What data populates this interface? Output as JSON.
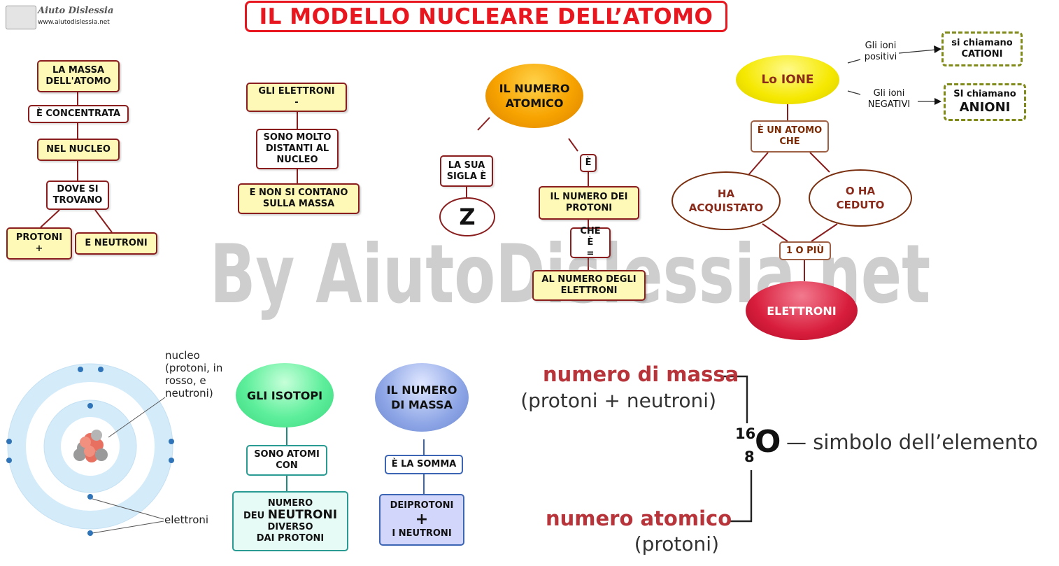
{
  "logo": {
    "name": "Aiuto Dislessia",
    "url": "www.aiutodislessia.net"
  },
  "title": "IL MODELLO NUCLEARE DELL’ATOMO",
  "watermark": "By AiutoDislessia.net",
  "massa": {
    "b1": "LA MASSA DELL'ATOMO",
    "b2": "È CONCENTRATA",
    "b3": "NEL NUCLEO",
    "b4": "DOVE SI TROVANO",
    "b5_line1": "PROTONI",
    "b5_line2": "+",
    "b6": "E NEUTRONI"
  },
  "elettroni": {
    "b1_line1": "GLI ELETTRONI",
    "b1_line2": "-",
    "b2": "SONO MOLTO DISTANTI AL NUCLEO",
    "b3": "E NON SI CONTANO SULLA MASSA"
  },
  "numero_atomico": {
    "title": "IL NUMERO ATOMICO",
    "sigla": "LA SUA SIGLA È",
    "z": "Z",
    "e": "È",
    "protoni": "IL NUMERO DEI PROTONI",
    "che_line1": "CHE È",
    "che_line2": "=",
    "elettroni": "AL NUMERO DEGLI ELETTRONI"
  },
  "ione": {
    "title": "Lo IONE",
    "positivi": "Gli ioni positivi",
    "negativi": "Gli ioni NEGATIVI",
    "cationi_line1": "si chiamano",
    "cationi_line2": "CATIONI",
    "anioni_line1": "SI chiamano",
    "anioni_line2": "ANIONI",
    "atomo": "È UN ATOMO CHE",
    "acquistato": "HA ACQUISTATO",
    "ceduto": "O HA CEDUTO",
    "piu": "1 O PIÙ",
    "elettroni": "ELETTRONI"
  },
  "atom_figure": {
    "nucleo": "nucleo (protoni, in rosso, e neutroni)",
    "elettroni": "elettroni"
  },
  "isotopi": {
    "title": "GLI ISOTOPI",
    "b1": "SONO ATOMI CON",
    "b2_line1": "NUMERO",
    "b2_line2a": "DEU ",
    "b2_line2b": "NEUTRONI",
    "b2_line3": "DIVERSO",
    "b2_line4": "DAI PROTONI"
  },
  "numero_massa": {
    "title": "IL NUMERO DI MASSA",
    "b1": "È LA SOMMA",
    "b2_line1": "DEIPROTONI",
    "b2_line2": "+",
    "b2_line3": "I NEUTRONI"
  },
  "notation": {
    "massa_label": "numero di massa",
    "massa_sub": "(protoni + neutroni)",
    "mass_number": "16",
    "atomic_number": "8",
    "symbol": "O",
    "symbol_label": "— simbolo dell’elemento",
    "atomico_label": "numero atomico",
    "atomico_sub": "(protoni)"
  },
  "colors": {
    "title_red": "#e8161e",
    "box_border": "#8a1e1e",
    "box_yellow": "#fff9b8",
    "accent_red": "#b6343a",
    "orange": "#f7a300",
    "yellow": "#f5e800",
    "crimson": "#d81d3c",
    "green": "#5fef9c",
    "blue": "#8ea6e6"
  }
}
